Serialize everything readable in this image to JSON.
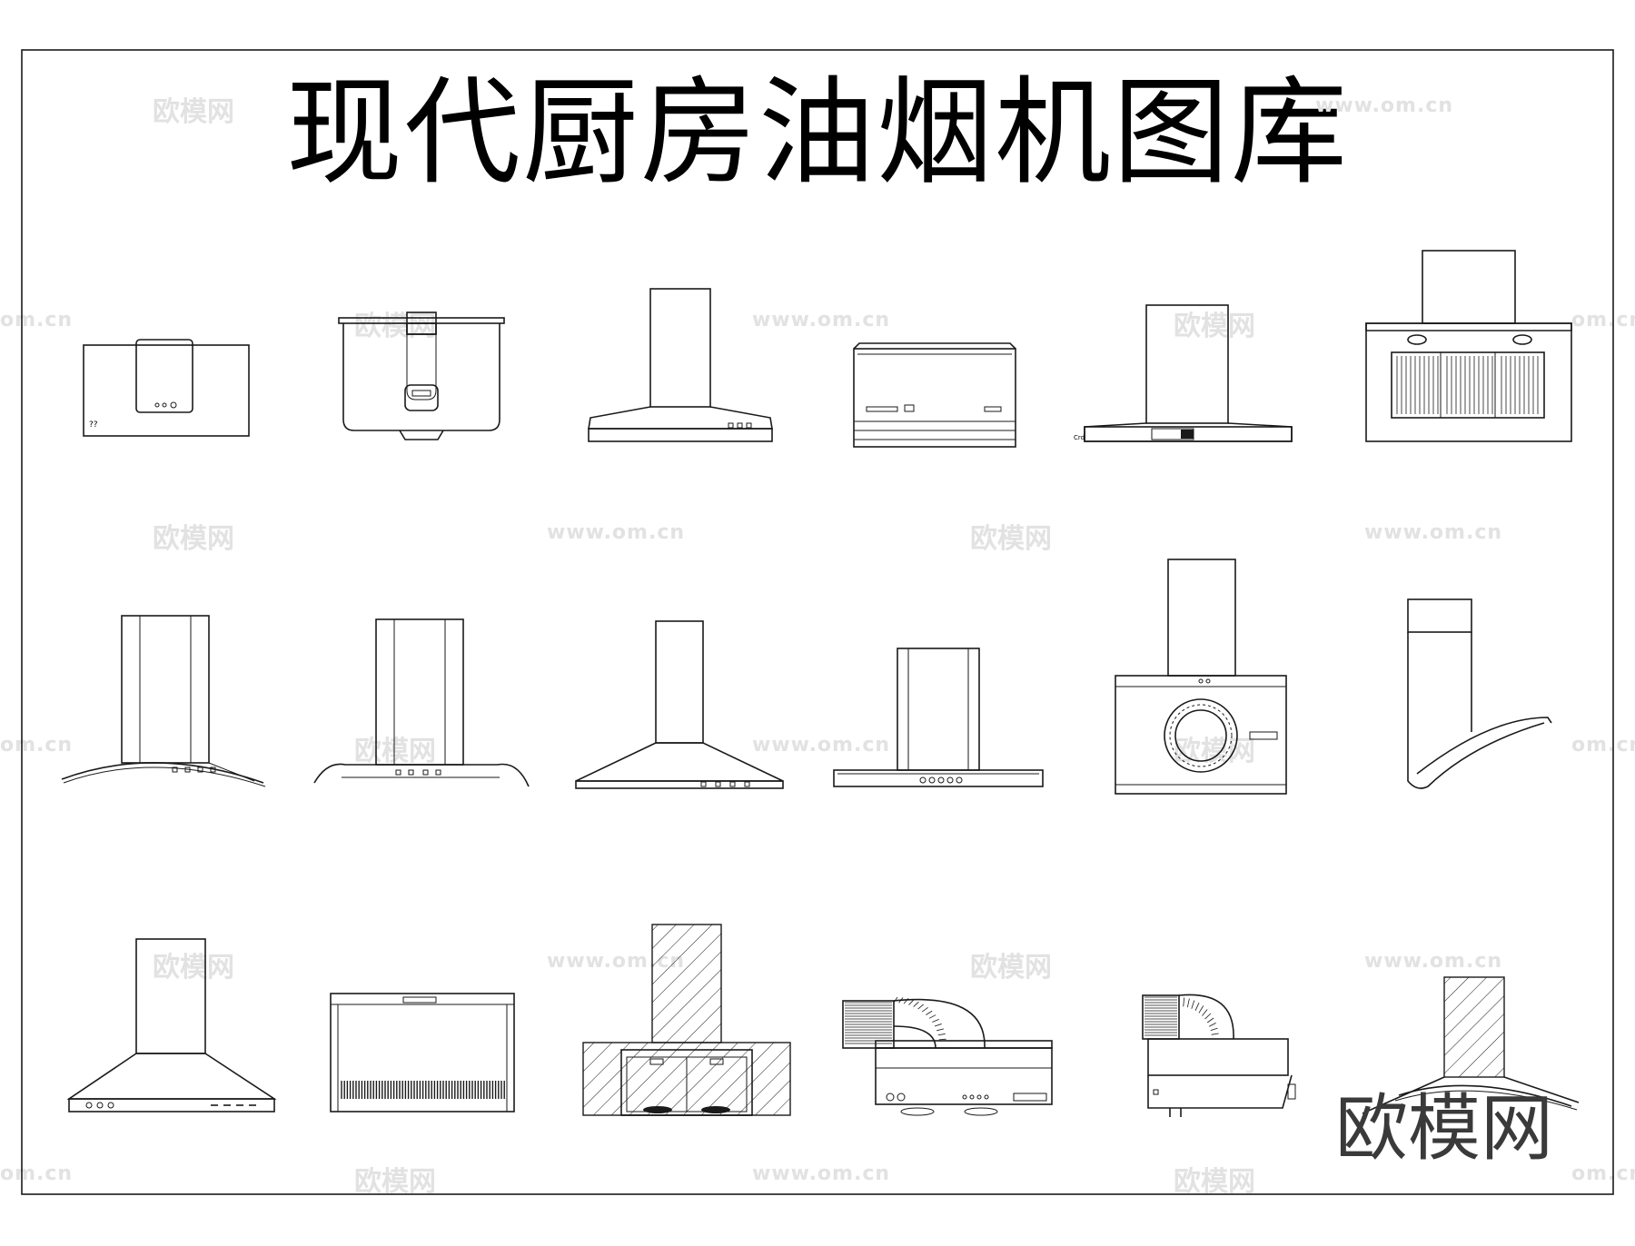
{
  "title": "现代厨房油烟机图库",
  "brand_mark": "欧模网",
  "watermarks": {
    "site": "www.om.cn",
    "site_partial": "om.cn",
    "name": "欧模网"
  }
}
